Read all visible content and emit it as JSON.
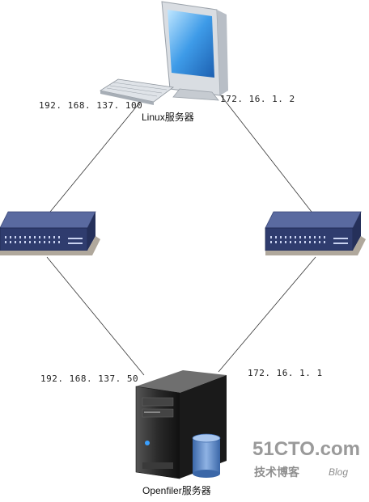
{
  "nodes": {
    "linux_server": {
      "label": "Linux服务器"
    },
    "openfiler_server": {
      "label": "Openfiler服务器"
    }
  },
  "ip_labels": {
    "linux_left": "192. 168. 137. 100",
    "linux_right": "172. 16. 1. 2",
    "openfiler_left": "192. 168. 137. 50",
    "openfiler_right": "172. 16. 1. 1"
  },
  "watermark": {
    "site": "51CTO.com",
    "tagline": "技术博客",
    "blog": "Blog"
  },
  "colors": {
    "switch_top": "#4a5a8e",
    "switch_front": "#2f3c6e",
    "monitor_screen": "#2a7fd0",
    "server_body": "#2b2b2b",
    "cylinder": "#5b86c4",
    "line": "#333333"
  }
}
